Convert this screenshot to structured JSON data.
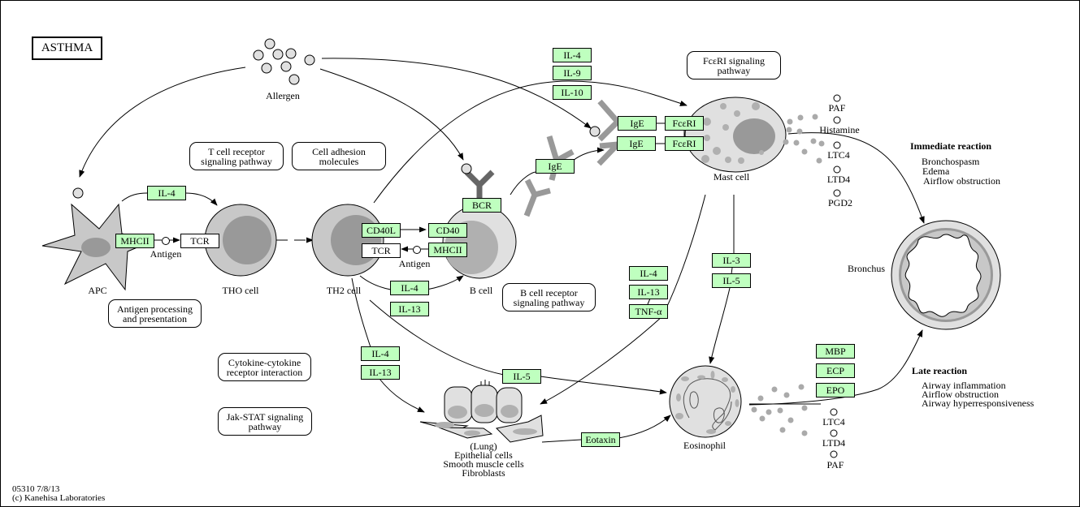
{
  "title": "ASTHMA",
  "footer": {
    "line1": "05310 7/8/13",
    "line2": "(c) Kanehisa Laboratories"
  },
  "colors": {
    "gene_fill": "#bfffbf",
    "cell_light": "#e0e0e0",
    "cell_mid": "#c8c8c8",
    "cell_dark": "#999999",
    "antibody": "#999999",
    "bcr_antibody": "#666666"
  },
  "cells": {
    "allergen": "Allergen",
    "apc": "APC",
    "th0": "THO cell",
    "th2": "TH2 cell",
    "bcell": "B cell",
    "mast": "Mast cell",
    "eosinophil": "Eosinophil",
    "bronchus": "Bronchus",
    "lung": [
      "(Lung)",
      "Epithelial cells",
      "Smooth muscle cells",
      "Fibroblasts"
    ]
  },
  "antigen_labels": {
    "apc": "Antigen",
    "bcell": "Antigen"
  },
  "genes": {
    "apc_il4": "IL-4",
    "apc_mhcii": "MHCII",
    "th0_tcr": "TCR",
    "th2_cd40l": "CD40L",
    "th2_tcr": "TCR",
    "b_cd40": "CD40",
    "b_mhcii": "MHCII",
    "b_bcr": "BCR",
    "th2b_il4": "IL-4",
    "th2b_il13": "IL-13",
    "top_il4": "IL-4",
    "top_il9": "IL-9",
    "top_il10": "IL-10",
    "ige_free": "IgE",
    "ige_1": "IgE",
    "ige_2": "IgE",
    "fceri_1": "FcεRI",
    "fceri_2": "FcεRI",
    "mast_il4": "IL-4",
    "mast_il13": "IL-13",
    "mast_tnfa": "TNF-α",
    "mast_il3": "IL-3",
    "mast_il5": "IL-5",
    "th2lung_il4": "IL-4",
    "th2lung_il13": "IL-13",
    "th2eos_il5": "IL-5",
    "eotaxin": "Eotaxin",
    "mbp": "MBP",
    "ecp": "ECP",
    "epo": "EPO"
  },
  "pathway_maps": {
    "tcr": [
      "T cell receptor",
      "signaling pathway"
    ],
    "adhesion": [
      "Cell adhesion",
      "molecules"
    ],
    "fceri": [
      "FcεRI signaling",
      "pathway"
    ],
    "antigen": [
      "Antigen processing",
      "and presentation"
    ],
    "bcr": [
      "B cell receptor",
      "signaling pathway"
    ],
    "cytokine": [
      "Cytokine-cytokine",
      "receptor interaction"
    ],
    "jakstat": [
      "Jak-STAT signaling",
      "pathway"
    ]
  },
  "mast_mediators": [
    "PAF",
    "Histamine",
    "LTC4",
    "LTD4",
    "PGD2"
  ],
  "eos_mediators": [
    "LTC4",
    "LTD4",
    "PAF"
  ],
  "immediate_reaction": {
    "heading": "Immediate reaction",
    "items": [
      "Bronchospasm",
      "Edema",
      "Airflow obstruction"
    ]
  },
  "late_reaction": {
    "heading": "Late reaction",
    "items": [
      "Airway inflammation",
      "Airflow obstruction",
      "Airway hyperresponsiveness"
    ]
  }
}
